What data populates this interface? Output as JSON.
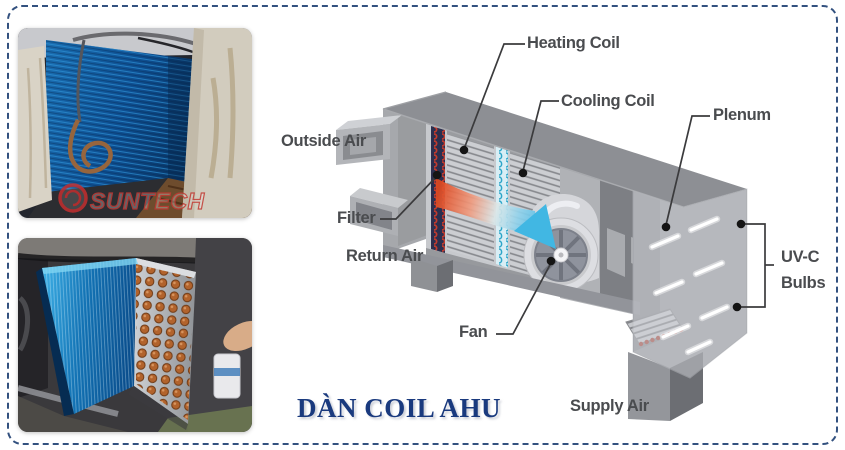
{
  "title": {
    "text": "DÀN COIL AHU",
    "color": "#1a3a7e"
  },
  "frame": {
    "border_color": "#33517f"
  },
  "photos": {
    "top": {
      "description": "installed blue coil inside AHU cabinet",
      "watermark": "SUNTECH"
    },
    "bottom": {
      "description": "blue fin coil block with copper tube bends"
    }
  },
  "diagram": {
    "label_color": "#4a4c4f",
    "labels": {
      "heating": "Heating Coil",
      "cooling": "Cooling Coil",
      "plenum": "Plenum",
      "outside": "Outside Air",
      "filter": "Filter",
      "return_air": "Return Air",
      "fan": "Fan",
      "uvc1": "UV-C",
      "uvc2": "Bulbs",
      "supply": "Supply Air"
    },
    "colors": {
      "body_gray": "#8d8f94",
      "flow_hot": "#e0481f",
      "flow_cold": "#3fb4e2",
      "uv_bulb": "#ffffff",
      "filter_red": "#c23b2e",
      "coil_blue": "#2ea6c9"
    }
  }
}
